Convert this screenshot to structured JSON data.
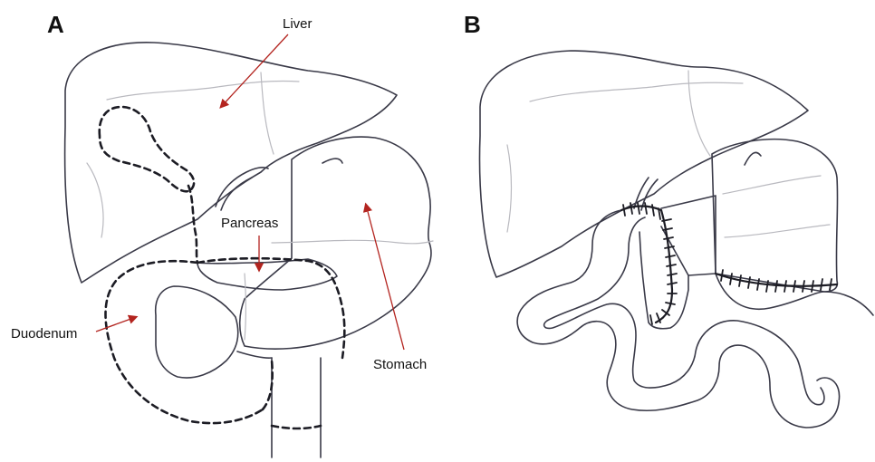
{
  "panels": {
    "a": "A",
    "b": "B"
  },
  "labels": {
    "liver": "Liver",
    "pancreas": "Pancreas",
    "duodenum": "Duodenum",
    "stomach": "Stomach"
  },
  "colors": {
    "outline": "#3a3a48",
    "faint": "#b9b9bf",
    "arrow": "#b3241f"
  }
}
